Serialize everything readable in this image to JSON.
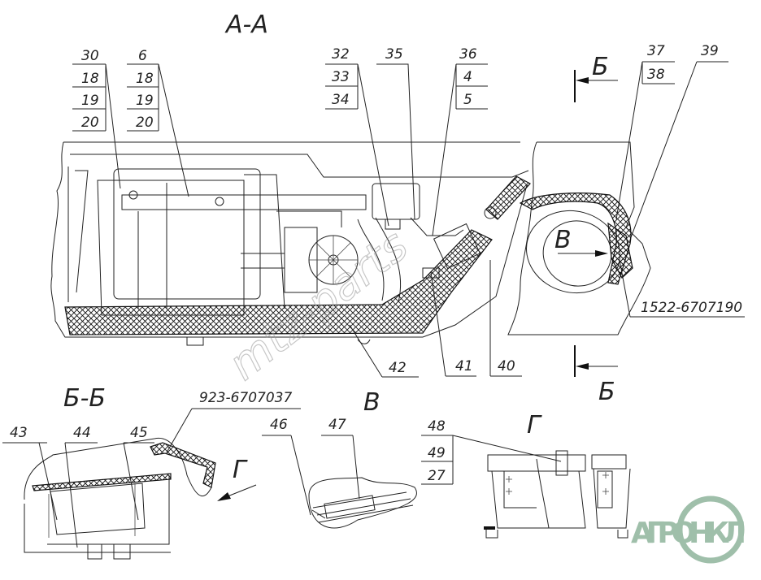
{
  "sections": {
    "aa": "А-А",
    "bb": "Б-Б",
    "v": "В",
    "g": "Г",
    "b_top": "Б",
    "b_bottom": "Б",
    "v_arrow": "В",
    "g_arrow": "Г"
  },
  "callouts": {
    "c30": [
      "30",
      "18",
      "19",
      "20"
    ],
    "c6": [
      "6",
      "18",
      "19",
      "20"
    ],
    "c32": [
      "32",
      "33",
      "34"
    ],
    "c35": [
      "35"
    ],
    "c36": [
      "36",
      "4",
      "5"
    ],
    "c37": [
      "37",
      "38"
    ],
    "c39": [
      "39"
    ],
    "c42": "42",
    "c41": "41",
    "c40": "40",
    "c43": "43",
    "c44": "44",
    "c45": "45",
    "c46": "46",
    "c47": "47",
    "c48": [
      "48",
      "49",
      "27"
    ]
  },
  "part_numbers": {
    "p1": "1522-6707190",
    "p2": "923-6707037"
  },
  "watermark": "mtz-parts",
  "logo": "АГРО НКЛ",
  "colors": {
    "ink": "#222222",
    "logo": "#9fbfaa"
  }
}
